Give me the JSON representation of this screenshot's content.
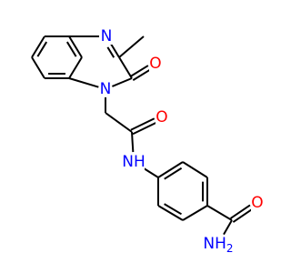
{
  "molecule": {
    "atom_colors": {
      "N": "#0000ff",
      "O": "#ff0000",
      "C": "#000000"
    },
    "atoms": {
      "n4": {
        "symbol": "N",
        "label": "N"
      },
      "n1": {
        "symbol": "N",
        "label": "N"
      },
      "o_ring": {
        "symbol": "O",
        "label": "O"
      },
      "o_amide": {
        "symbol": "O",
        "label": "O"
      },
      "nh": {
        "symbol": "N",
        "label": "NH"
      },
      "o_carboxamide": {
        "symbol": "O",
        "label": "O"
      },
      "nh2": {
        "symbol": "N",
        "label": "NH2",
        "main": "NH",
        "subscript": "2"
      }
    }
  }
}
